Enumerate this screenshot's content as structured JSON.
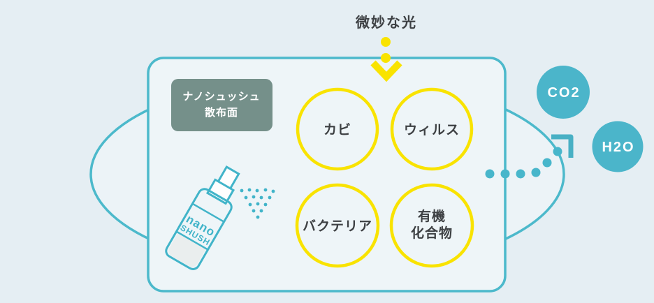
{
  "light": {
    "label": "微妙な光"
  },
  "surface_tag": {
    "line1": "ナノシュッシュ",
    "line2": "散布面"
  },
  "targets": {
    "mold": "カビ",
    "virus": "ウィルス",
    "bacteria": "バクテリア",
    "organic_line1": "有機",
    "organic_line2": "化合物"
  },
  "bottle": {
    "brand_line1": "nano",
    "brand_line2": "SHUSH"
  },
  "outputs": {
    "co2": "CO2",
    "h2o": "H2O"
  },
  "colors": {
    "background": "#e5eef3",
    "panel_fill": "#eef5f8",
    "teal_stroke": "#4cb9cb",
    "teal_fill": "#4bb5ca",
    "yellow": "#f9e300",
    "sage": "#75908a",
    "text_dark": "#3d4043"
  }
}
